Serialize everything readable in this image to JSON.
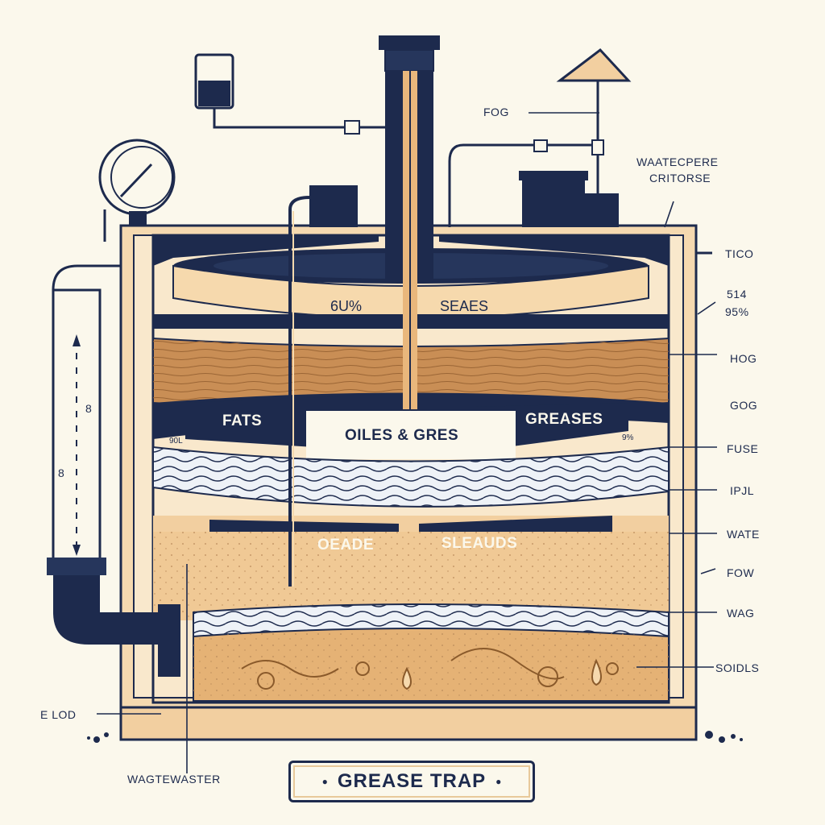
{
  "title": "GREASE TRAP",
  "labels": {
    "fog_top": "FOG",
    "waste_line1": "WAATECPERE",
    "waste_line2": "CRITORSE",
    "tico": "TICO",
    "pct_line1": "514",
    "pct_line2": "95%",
    "hog": "HOG",
    "gog": "GOG",
    "fuse": "FUSE",
    "ipjl": "IPJL",
    "wate": "WATE",
    "fow": "FOW",
    "wag": "WAG",
    "soidls": "SOIDLS",
    "elod": "E LOD",
    "wastewater": "WAGTEWASTER",
    "gauge_mark": "8",
    "gauge_mark2": "8",
    "inner_pct": "6U%",
    "small_pct_left": "90L",
    "small_pct_right": "9%",
    "seaes": "SEAES"
  },
  "bands": {
    "fats": "FATS",
    "oiles": "OILES & GRES",
    "greases": "GREASES",
    "oeade": "OEADE",
    "sleauds": "SLEAUDS"
  },
  "colors": {
    "navy": "#1d2a4d",
    "sand": "#f2cfa0",
    "sediment": "#e9b77c",
    "wood": "#c98e55",
    "water": "#e7ecf3",
    "background": "#fbf8ec"
  }
}
